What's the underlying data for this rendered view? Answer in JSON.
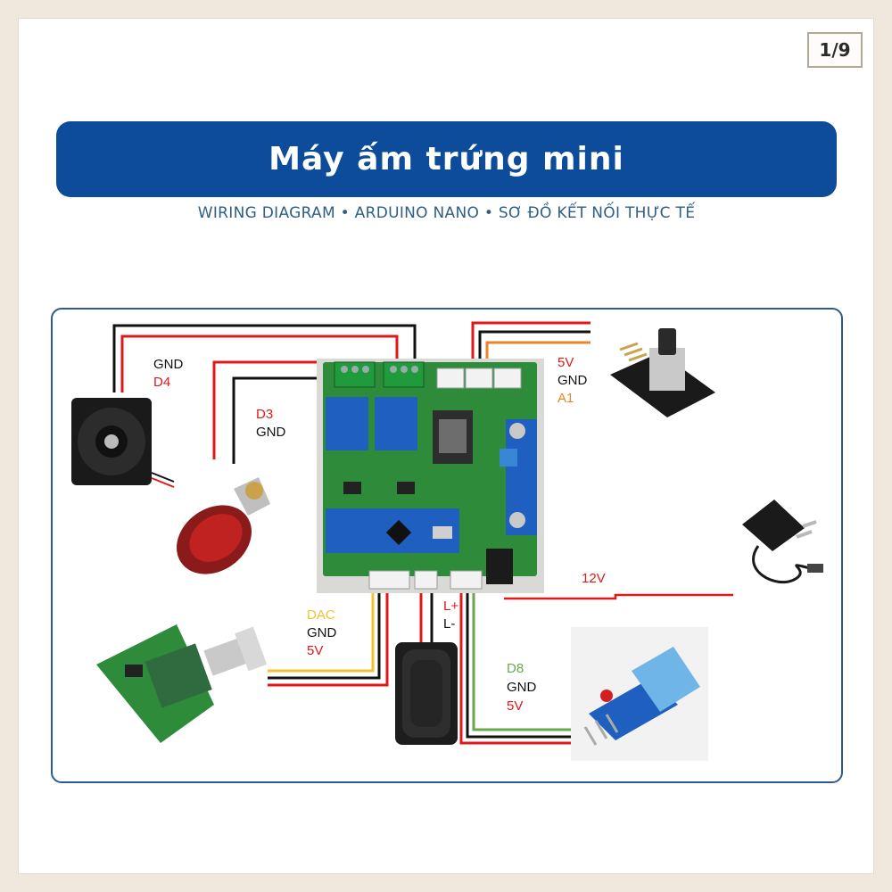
{
  "page_counter": "1/9",
  "title": "Máy ấm trứng mini",
  "subtitle": "WIRING DIAGRAM • ARDUINO NANO • SƠ ĐỒ KẾT NỐI THỰC TẾ",
  "colors": {
    "banner": "#0d4c9a",
    "frame_border": "#2a5a90",
    "wire_red": "#e01818",
    "wire_black": "#111111",
    "wire_orange": "#e8862a",
    "wire_yellow": "#f1c232",
    "wire_green": "#6aa84f",
    "board_green": "#2e8b3a"
  },
  "labels": {
    "fan_gnd": "GND",
    "fan_d4": "D4",
    "lamp_d3": "D3",
    "lamp_gnd": "GND",
    "pot_5v": "5V",
    "pot_gnd": "GND",
    "pot_a1": "A1",
    "power_12v": "12V",
    "amp_dac": "DAC",
    "amp_gnd": "GND",
    "amp_5v": "5V",
    "spk_lplus": "L+",
    "spk_lminus": "L-",
    "dht_d8": "D8",
    "dht_gnd": "GND",
    "dht_5v": "5V"
  }
}
